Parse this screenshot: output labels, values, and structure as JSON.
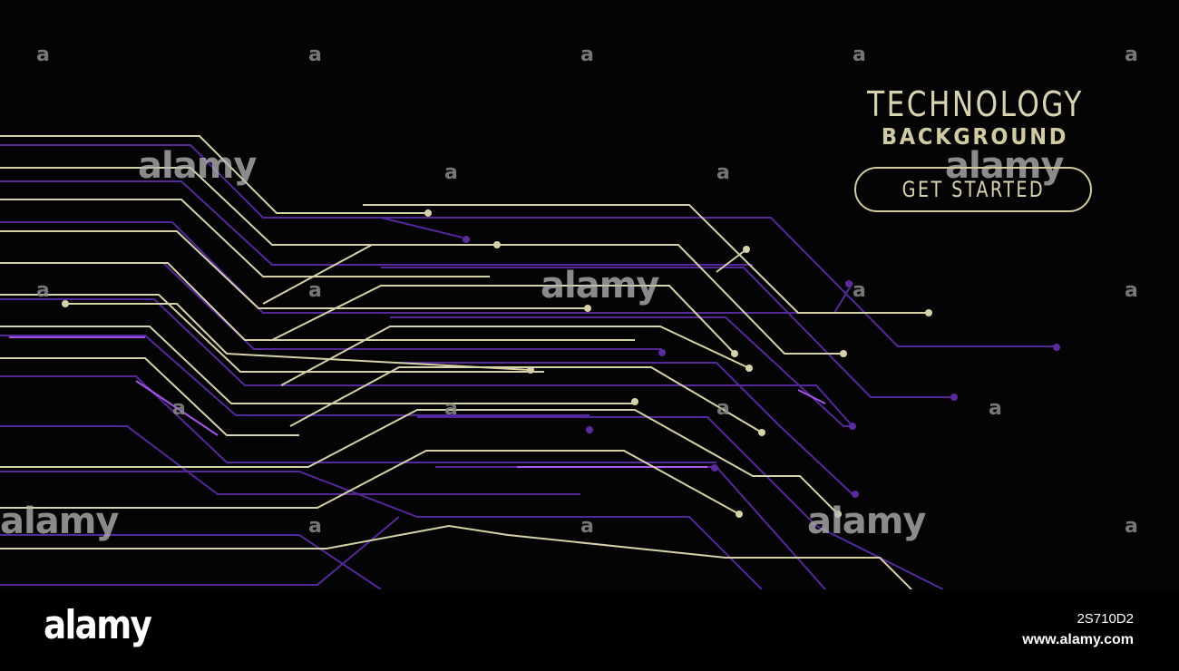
{
  "hero": {
    "title_line1": "TECHNOLOGY",
    "title_line2": "BACKGROUND",
    "cta_label": "GET STARTED"
  },
  "watermark": {
    "small_mark": "a",
    "big_mark": "alamy"
  },
  "footer": {
    "logo_text": "alamy",
    "image_id": "2S710D2",
    "site_url": "www.alamy.com"
  },
  "colors": {
    "background": "#040404",
    "cream_line": "#d6d2a8",
    "purple_line": "#5b2a9e",
    "bright_purple": "#b35cff"
  },
  "icons": {
    "decoration": "circuit-board-lines"
  }
}
